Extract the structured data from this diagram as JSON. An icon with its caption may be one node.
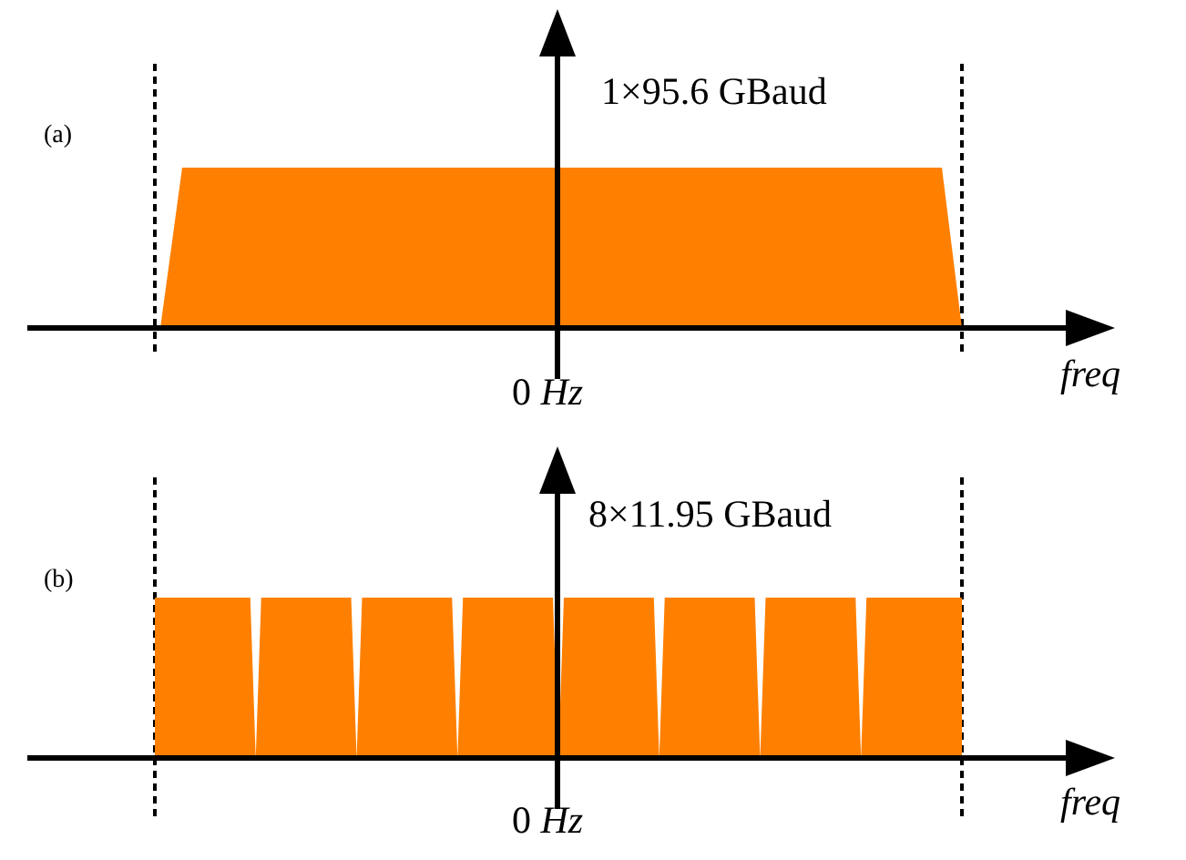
{
  "diagram": {
    "labels": [
      "(a)",
      "1×95.6 GBaud",
      "0 *Hz*",
      "freq",
      "(b)",
      "8×11.95 GBaud",
      "0 *Hz*",
      "freq"
    ]
  }
}
